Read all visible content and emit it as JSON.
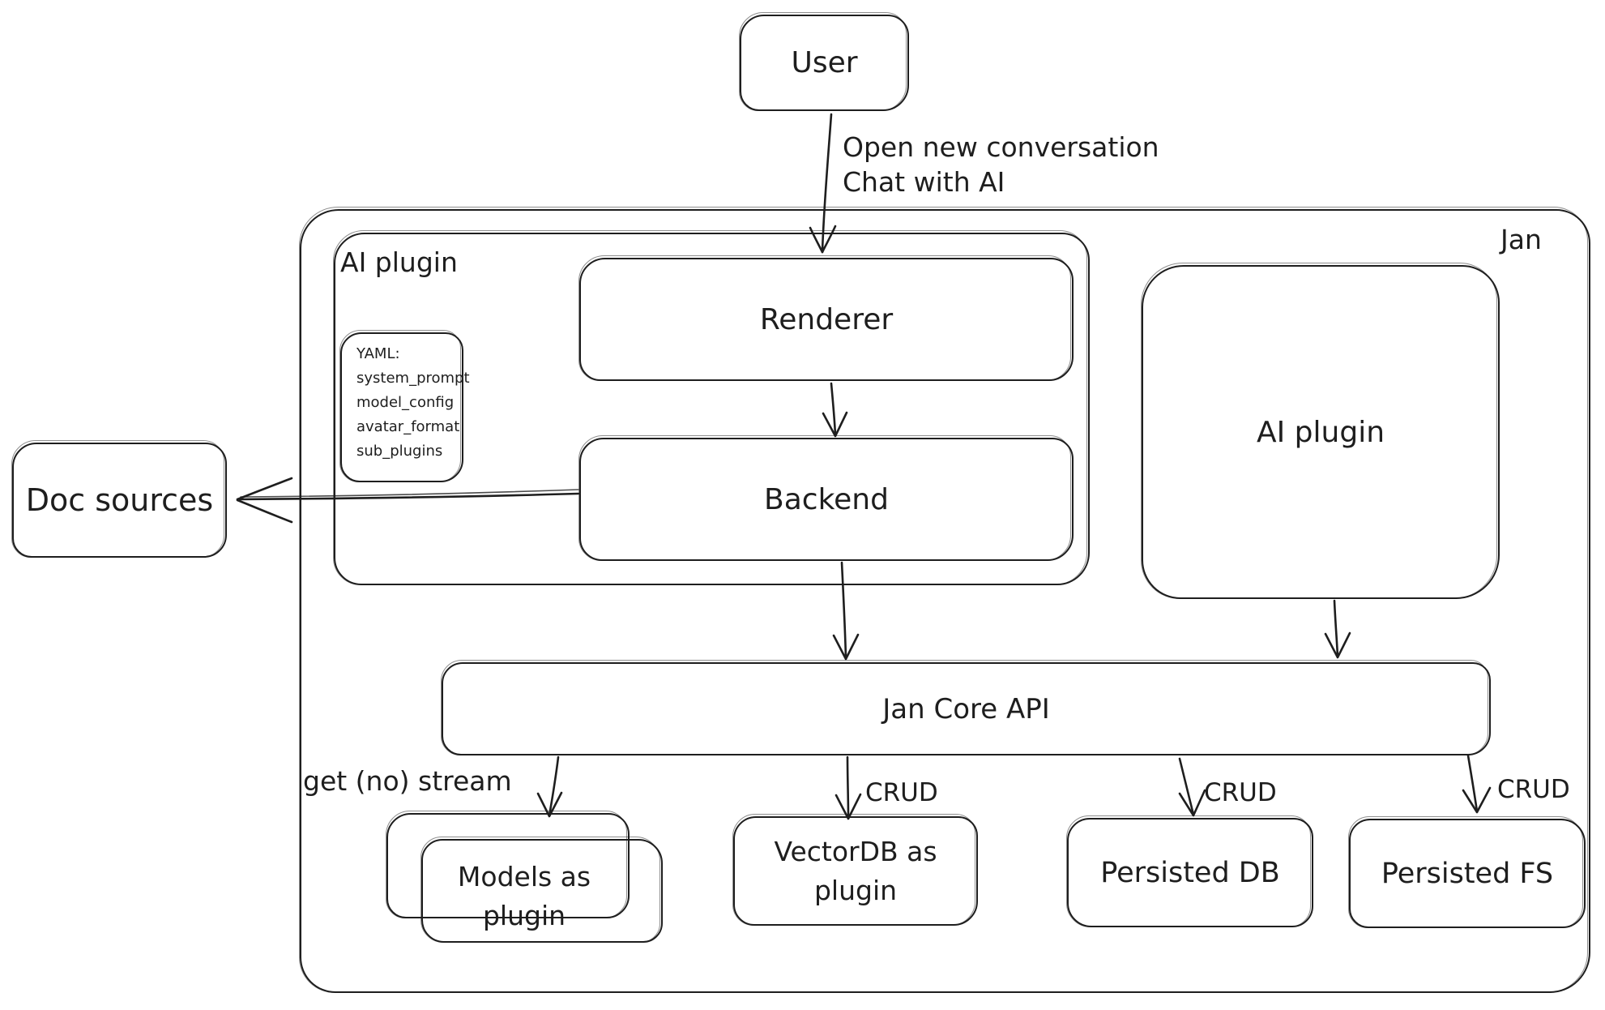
{
  "meta": {
    "type": "hand-drawn-architecture-diagram",
    "background": "#ffffff",
    "ink_color": "#1e1e1e"
  },
  "nodes": {
    "user": {
      "label": "User"
    },
    "jan": {
      "label": "Jan"
    },
    "ai_plugin_container": {
      "label": "AI plugin"
    },
    "yaml_note": {
      "lines": [
        "YAML:",
        "system_prompt",
        "model_config",
        "avatar_format",
        "sub_plugins"
      ]
    },
    "renderer": {
      "label": "Renderer"
    },
    "backend": {
      "label": "Backend"
    },
    "doc_sources": {
      "label": "Doc sources"
    },
    "ai_plugin_right": {
      "label": "AI plugin"
    },
    "jan_core_api": {
      "label": "Jan Core API"
    },
    "models_as_plugin": {
      "line1": "Models as",
      "line2": "plugin"
    },
    "vectordb_as_plugin": {
      "line1": "VectorDB as",
      "line2": "plugin"
    },
    "persisted_db": {
      "label": "Persisted DB"
    },
    "persisted_fs": {
      "label": "Persisted FS"
    }
  },
  "edge_labels": {
    "user_to_renderer_line1": "Open new conversation",
    "user_to_renderer_line2": "Chat with AI",
    "api_to_models": "get (no) stream",
    "api_to_vectordb": "CRUD",
    "api_to_db": "CRUD",
    "api_to_fs": "CRUD"
  }
}
